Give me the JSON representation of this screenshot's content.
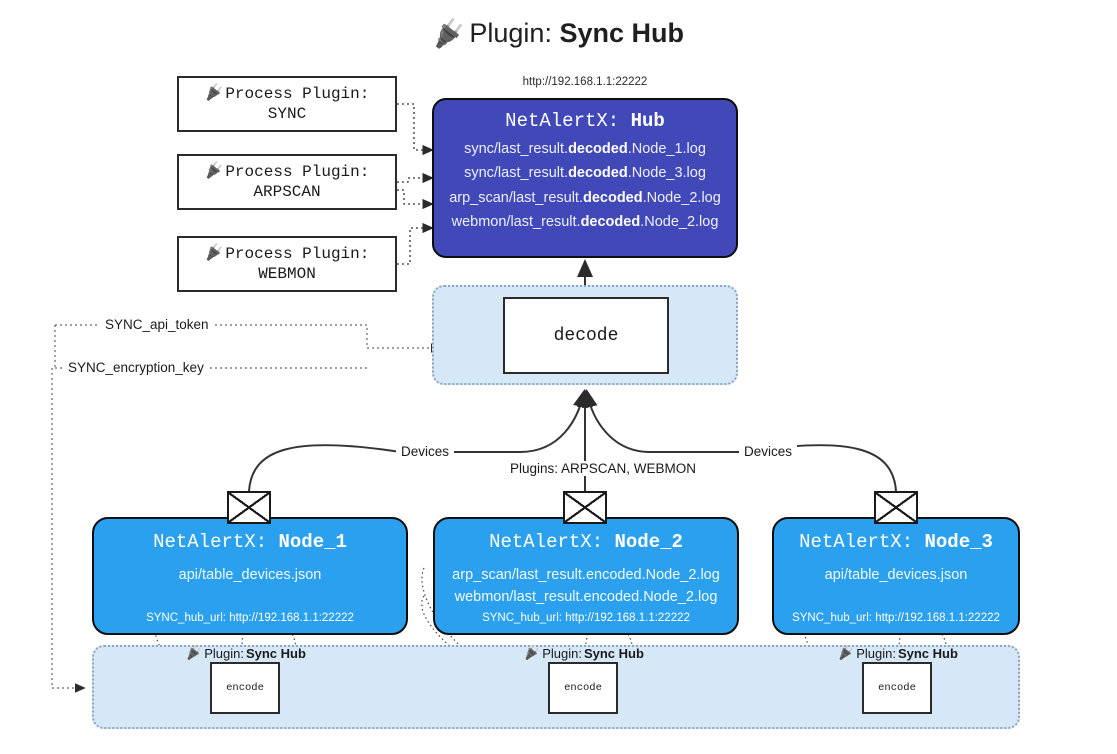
{
  "title": {
    "icon": "plug-icon",
    "prefix": "Plugin: ",
    "name": "Sync Hub"
  },
  "process_plugins": [
    {
      "icon": "plug-icon",
      "label": "Process Plugin:",
      "name": "SYNC"
    },
    {
      "icon": "plug-icon",
      "label": "Process Plugin:",
      "name": "ARPSCAN"
    },
    {
      "icon": "plug-icon",
      "label": "Process Plugin:",
      "name": "WEBMON"
    }
  ],
  "hub": {
    "url": "http://192.168.1.1:22222",
    "title_prefix": "NetAlertX: ",
    "title_name": "Hub",
    "logs": [
      {
        "pre": "sync/last_result.",
        "strong": "decoded",
        "post": ".Node_1.log"
      },
      {
        "pre": "sync/last_result.",
        "strong": "decoded",
        "post": ".Node_3.log"
      },
      {
        "pre": "arp_scan/last_result.",
        "strong": "decoded",
        "post": ".Node_2.log"
      },
      {
        "pre": "webmon/last_result.",
        "strong": "decoded",
        "post": ".Node_2.log"
      }
    ],
    "fill_color": "#4148b8"
  },
  "decode": {
    "box_label": "decode",
    "container_fill": "#d6e8f8"
  },
  "wire_labels": {
    "api_token": "SYNC_api_token",
    "encryption_key": "SYNC_encryption_key",
    "devices_left": "Devices",
    "devices_right": "Devices",
    "plugins_center": "Plugins: ARPSCAN, WEBMON"
  },
  "nodes": [
    {
      "title_prefix": "NetAlertX: ",
      "title_name": "Node_1",
      "lines": [
        "api/table_devices.json"
      ],
      "footer": "SYNC_hub_url: http://192.168.1.1:22222",
      "envelope_icon": "envelope-icon",
      "fill_color": "#2ba0ee"
    },
    {
      "title_prefix": "NetAlertX: ",
      "title_name": "Node_2",
      "lines": [
        "arp_scan/last_result.encoded.Node_2.log",
        "webmon/last_result.encoded.Node_2.log"
      ],
      "footer": "SYNC_hub_url: http://192.168.1.1:22222",
      "envelope_icon": "envelope-icon",
      "fill_color": "#2ba0ee"
    },
    {
      "title_prefix": "NetAlertX: ",
      "title_name": "Node_3",
      "lines": [
        "api/table_devices.json"
      ],
      "footer": "SYNC_hub_url: http://192.168.1.1:22222",
      "envelope_icon": "envelope-icon",
      "fill_color": "#2ba0ee"
    }
  ],
  "plugin_strip": {
    "items": [
      {
        "icon": "plug-icon",
        "label_prefix": "Plugin: ",
        "label_name": "Sync Hub",
        "box_label": "encode"
      },
      {
        "icon": "plug-icon",
        "label_prefix": "Plugin: ",
        "label_name": "Sync Hub",
        "box_label": "encode"
      },
      {
        "icon": "plug-icon",
        "label_prefix": "Plugin: ",
        "label_name": "Sync Hub",
        "box_label": "encode"
      }
    ],
    "container_fill": "#d6e8f8"
  }
}
